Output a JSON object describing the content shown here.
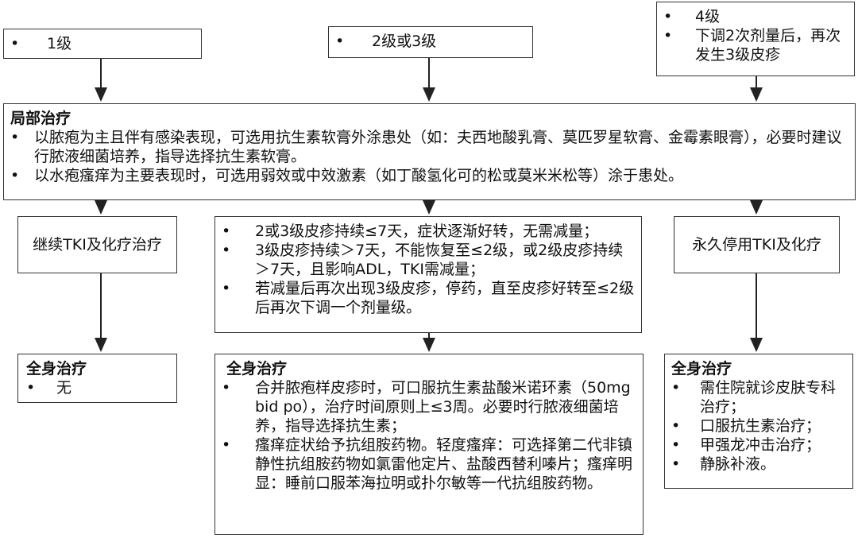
{
  "level1": {
    "items": [
      "1级"
    ]
  },
  "level23": {
    "items": [
      "2级或3级"
    ]
  },
  "level4": {
    "items": [
      "4级",
      "下调2次剂量后，再次发生3级皮疹"
    ]
  },
  "local_treatment": {
    "title": "局部治疗",
    "items": [
      "以脓疱为主且伴有感染表现，可选用抗生素软膏外涂患处（如：夫西地酸乳膏、莫匹罗星软膏、金霉素眼膏），必要时建议行脓液细菌培养，指导选择抗生素软膏。",
      "以水疱瘙痒为主要表现时，可选用弱效或中效激素（如丁酸氢化可的松或莫米米松等）涂于患处。"
    ]
  },
  "continue_box": {
    "text": "继续TKI及化疗治疗"
  },
  "middle_box": {
    "items": [
      "2或3级皮疹持续≤7天，症状逐渐好转，无需减量；",
      "3级皮疹持续＞7天，不能恢复至≤2级，或2级皮疹持续＞7天，且影响ADL，TKI需减量；",
      "若减量后再次出现3级皮疹，停药，直至皮疹好转至≤2级后再次下调一个剂量级。"
    ]
  },
  "stop_box": {
    "text": "永久停用TKI及化疗"
  },
  "systemic_left": {
    "title": "全身治疗",
    "items": [
      "无"
    ]
  },
  "systemic_middle": {
    "title": "全身治疗",
    "items": [
      "合并脓疱样皮疹时，可口服抗生素盐酸米诺环素（50mg bid po），治疗时间原则上≤3周。必要时行脓液细菌培养，指导选择抗生素；",
      "瘙痒症状给予抗组胺药物。轻度瘙痒：可选择第二代非镇静性抗组胺药物如氯雷他定片、盐酸西替利嗪片；瘙痒明显：睡前口服苯海拉明或扑尔敏等一代抗组胺药物。"
    ]
  },
  "systemic_right": {
    "title": "全身治疗",
    "items": [
      "需住院就诊皮肤专科治疗；",
      "口服抗生素治疗；",
      "甲强龙冲击治疗；",
      "静脉补液。"
    ]
  }
}
